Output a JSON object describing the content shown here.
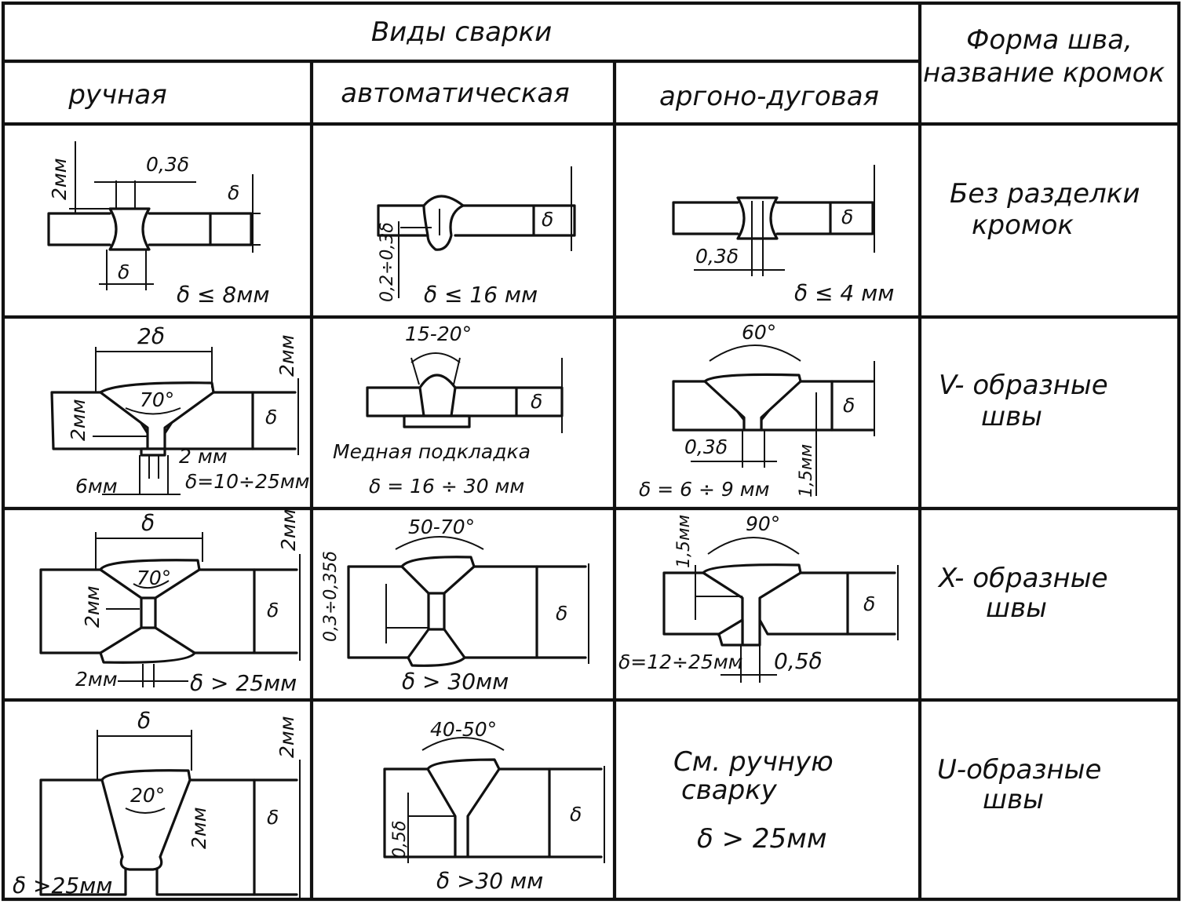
{
  "header": {
    "top": "Виды сварки",
    "right_line1": "Форма шва,",
    "right_line2": "название кромок",
    "cols": [
      "ручная",
      "автоматическая",
      "аргоно-дуговая"
    ]
  },
  "rows": [
    {
      "shape": "Без разделки кромок",
      "shape_l1": "Без разделки",
      "shape_l2": "кромок",
      "manual": {
        "gap": "0,3δ",
        "dim": "2мм",
        "d": "δ",
        "d_lower": "δ",
        "cond": "δ ≤ 8мм"
      },
      "auto": {
        "d": "δ",
        "dim": "0,2÷0,3δ",
        "cond": "δ ≤ 16 мм"
      },
      "argon": {
        "d": "δ",
        "gap": "0,3δ",
        "cond": "δ ≤ 4 мм"
      }
    },
    {
      "shape": "V-образные швы",
      "shape_l1": "V- образные",
      "shape_l2": "швы",
      "manual": {
        "width": "2δ",
        "angle": "70°",
        "dim_left": "2мм",
        "dim_right": "2мм",
        "dim_gap": "2 мм",
        "dim_root": "6мм",
        "d": "δ",
        "cond": "δ=10÷25мм"
      },
      "auto": {
        "angle": "15-20°",
        "d": "δ",
        "backing": "Медная подкладка",
        "cond": "δ = 16 ÷ 30 мм"
      },
      "argon": {
        "angle": "60°",
        "d": "δ",
        "gap": "0,3δ",
        "dim": "1,5мм",
        "cond": "δ = 6 ÷ 9 мм"
      }
    },
    {
      "shape": "X-образные швы",
      "shape_l1": "X- образные",
      "shape_l2": "швы",
      "manual": {
        "width": "δ",
        "angle": "70°",
        "dim_top": "2мм",
        "dim_left": "2мм",
        "dim_bottom": "2мм",
        "d": "δ",
        "cond": "δ > 25мм"
      },
      "auto": {
        "angle": "50-70°",
        "dim": "0,3÷0,35δ",
        "d": "δ",
        "cond": "δ > 30мм"
      },
      "argon": {
        "angle": "90°",
        "dim": "1,5мм",
        "d": "δ",
        "cond": "δ=12÷25мм",
        "gap": "0,5δ"
      }
    },
    {
      "shape": "U-образные швы",
      "shape_l1": "U-образные",
      "shape_l2": "швы",
      "manual": {
        "width": "δ",
        "angle": "20°",
        "dim_top": "2мм",
        "dim_root": "2мм",
        "d": "δ",
        "cond": "δ >25мм"
      },
      "auto": {
        "angle": "40-50°",
        "dim": "0,5δ",
        "d": "δ",
        "cond": "δ >30 мм"
      },
      "argon": {
        "note_l1": "См. ручную",
        "note_l2": "сварку",
        "cond": "δ > 25мм"
      }
    }
  ]
}
